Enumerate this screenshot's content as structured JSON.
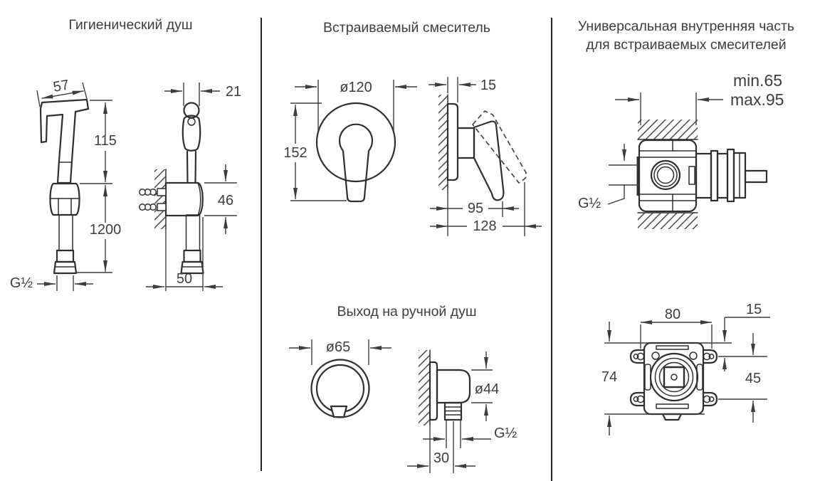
{
  "sheet": {
    "background": "#ffffff",
    "line_color": "#2f2f2f",
    "dim_color": "#3d3d3d"
  },
  "sections": {
    "hygienic_shower": {
      "title": "Гигиенический душ",
      "dims": {
        "head_width": "57",
        "head_height": "115",
        "hose_length": "1200",
        "thread": "G½",
        "holder_width": "21",
        "bracket_height": "46",
        "bracket_width": "50"
      }
    },
    "built_in_mixer": {
      "title": "Встраиваемый смеситель",
      "dims": {
        "plate_diameter": "ø120",
        "total_height": "152",
        "plate_depth": "15",
        "lever_reach": "95",
        "total_depth": "128"
      }
    },
    "hand_shower_outlet": {
      "title": "Выход на ручной душ",
      "dims": {
        "plate_diameter": "ø65",
        "body_diameter": "ø44",
        "thread": "G½",
        "wall_offset": "30"
      }
    },
    "universal_inner_part": {
      "title_line1": "Универсальная внутренняя часть",
      "title_line2": "для встраиваемых смесителей",
      "dims": {
        "depth_min": "min.65",
        "depth_max": "max.95",
        "thread": "G½",
        "mount_width": "80",
        "ear_offset": "15",
        "body_height": "74",
        "ear_spacing": "45"
      }
    }
  }
}
